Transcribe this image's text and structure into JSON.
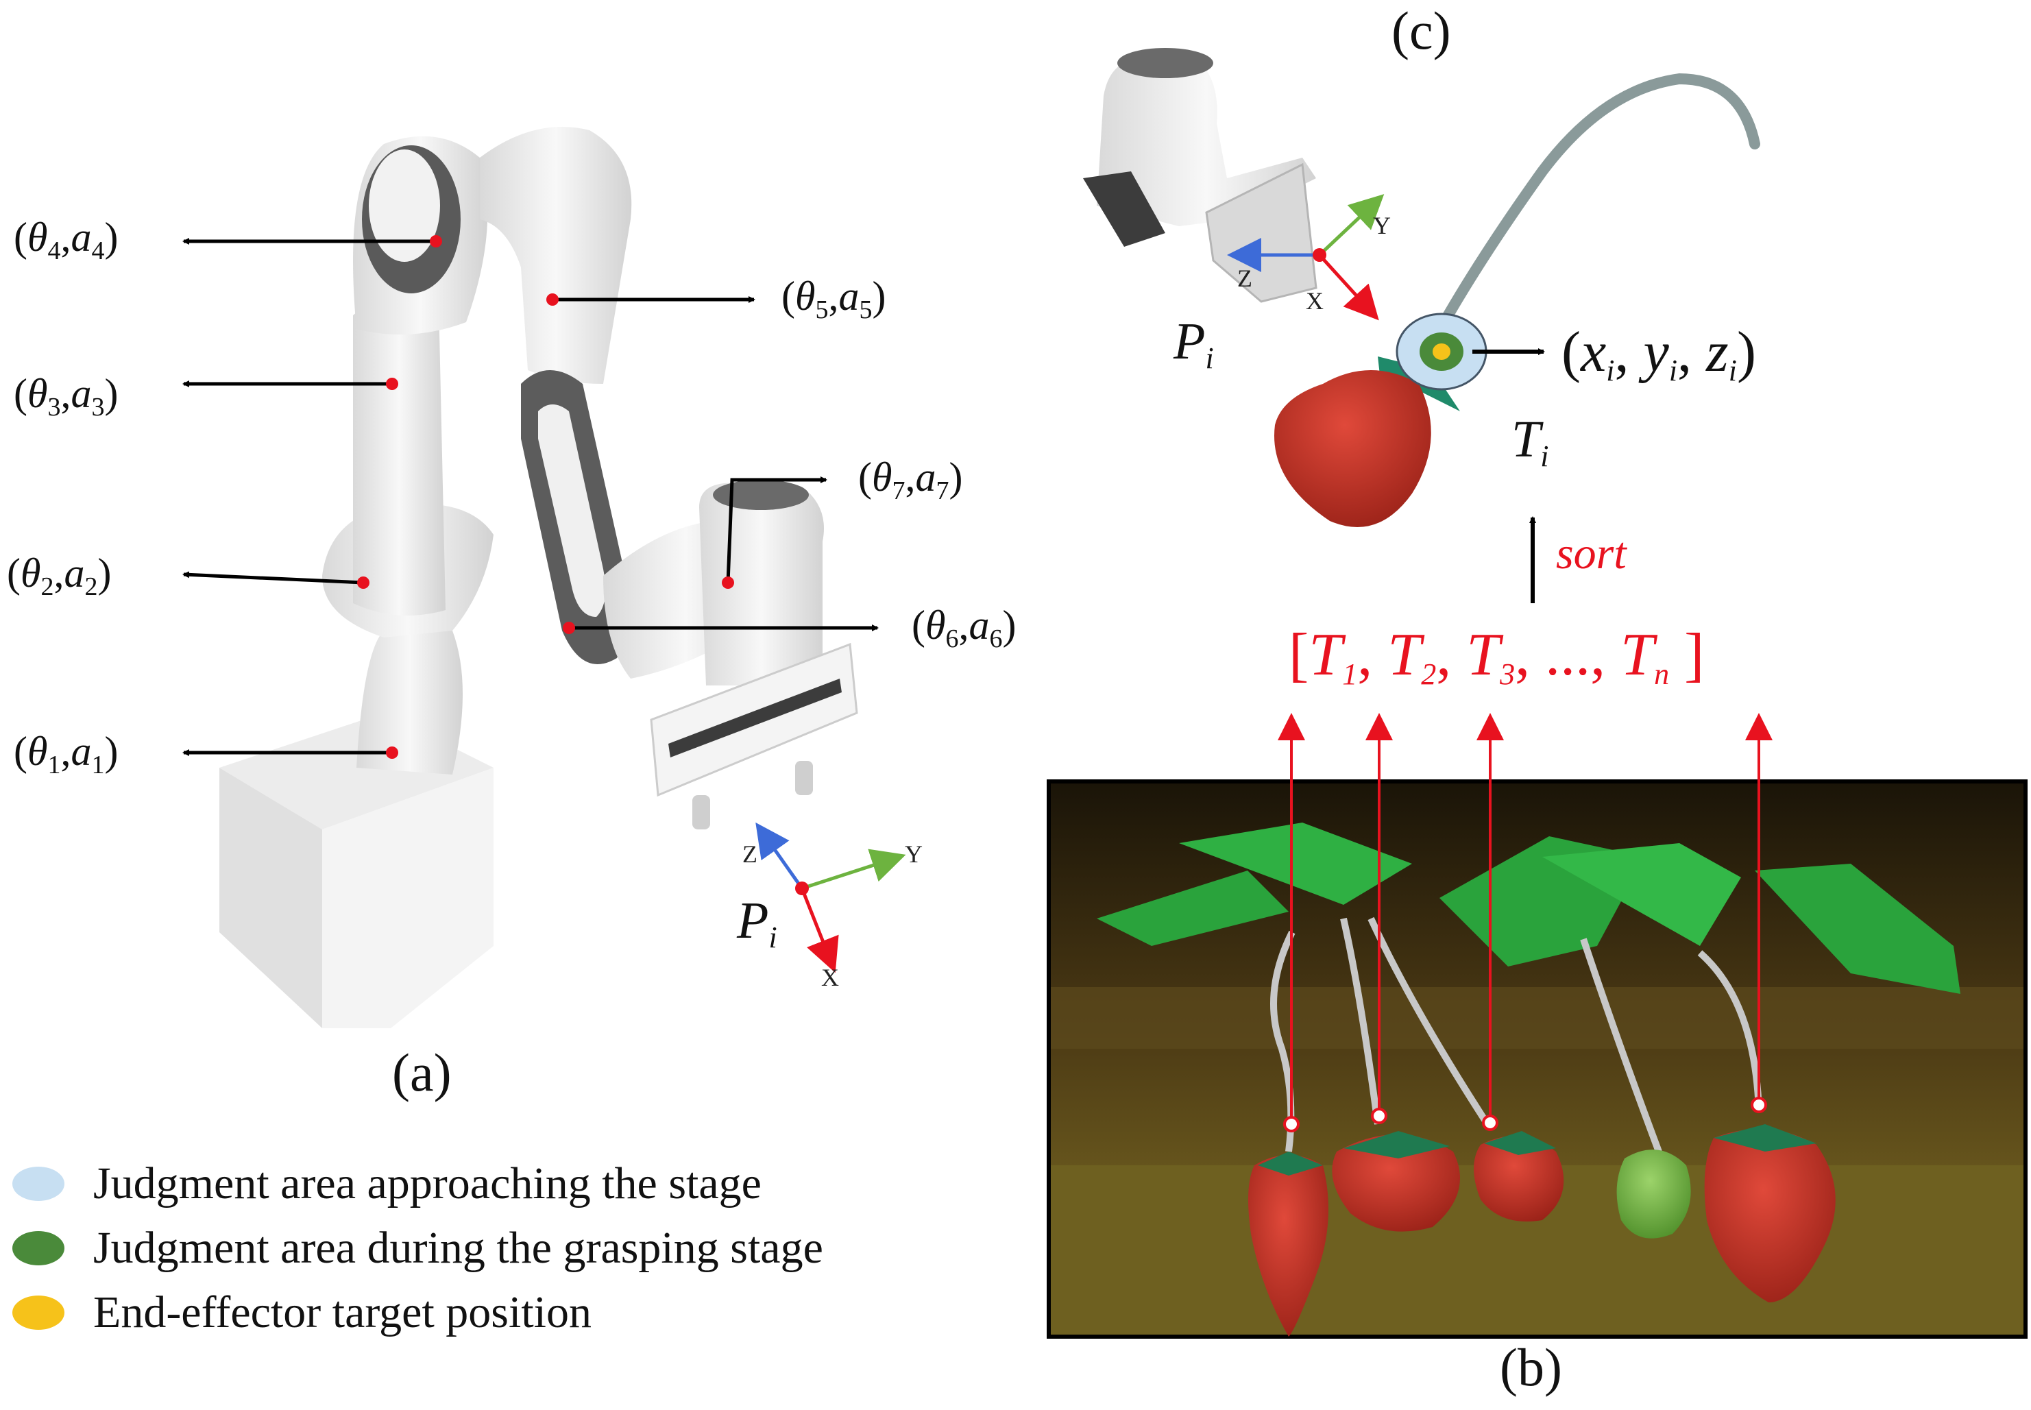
{
  "panels": {
    "a": "(a)",
    "b": "(b)",
    "c": "(c)"
  },
  "joints": [
    {
      "theta": "θ",
      "a": "a",
      "index": "4"
    },
    {
      "theta": "θ",
      "a": "a",
      "index": "5"
    },
    {
      "theta": "θ",
      "a": "a",
      "index": "3"
    },
    {
      "theta": "θ",
      "a": "a",
      "index": "7"
    },
    {
      "theta": "θ",
      "a": "a",
      "index": "2"
    },
    {
      "theta": "θ",
      "a": "a",
      "index": "6"
    },
    {
      "theta": "θ",
      "a": "a",
      "index": "1"
    }
  ],
  "axes": {
    "x": "X",
    "y": "Y",
    "z": "Z"
  },
  "pose": {
    "symbol": "P",
    "sub": "i"
  },
  "target": {
    "symbol": "T",
    "sub": "i"
  },
  "coordinate": {
    "x": "x",
    "y": "y",
    "z": "z",
    "sub": "i"
  },
  "sort_label": "sort",
  "sequence": {
    "open": "[",
    "close": "]",
    "items": [
      {
        "symbol": "T",
        "sub": "1"
      },
      {
        "symbol": "T",
        "sub": "2"
      },
      {
        "symbol": "T",
        "sub": "3"
      },
      {
        "symbol": "T",
        "sub": "n"
      }
    ],
    "ellipsis": "..."
  },
  "legend": [
    {
      "label": "Judgment area approaching the stage",
      "color": "#c7dff2"
    },
    {
      "label": "Judgment area during the grasping stage",
      "color": "#4a8a3a"
    },
    {
      "label": "End-effector target position",
      "color": "#f6c21a"
    }
  ],
  "colors": {
    "arrow": "#000000",
    "highlight": "#e8121f",
    "axis_x": "#e8121f",
    "axis_y": "#6db33f",
    "axis_z": "#3d6bd8",
    "strawberry": "#c0392b",
    "leaf": "#27a83a"
  }
}
